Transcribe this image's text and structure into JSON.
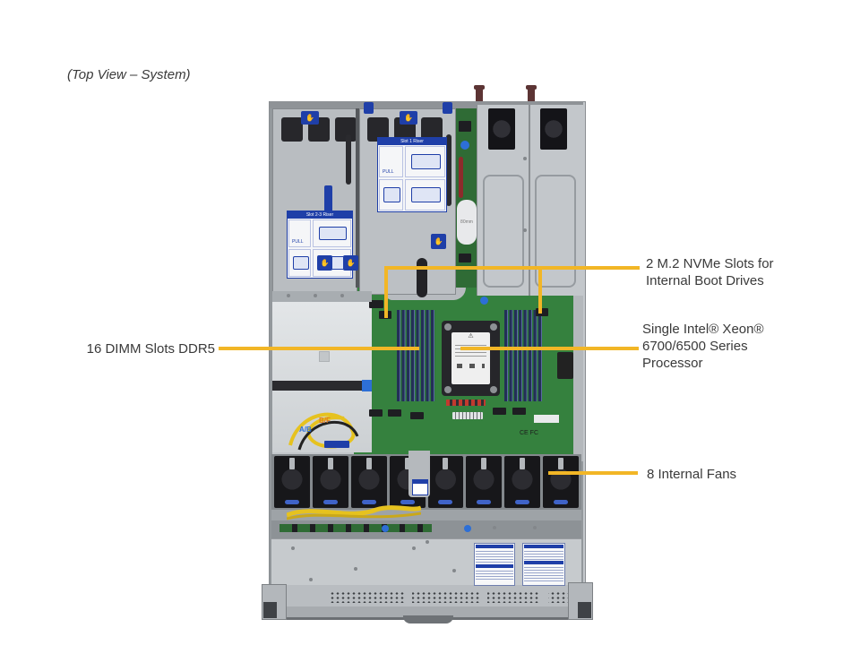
{
  "title": "(Top View – System)",
  "callouts": {
    "m2": {
      "line1": "2 M.2 NVMe Slots for",
      "line2": "Internal Boot Drives"
    },
    "dimm": {
      "text": "16 DIMM Slots DDR5"
    },
    "cpu": {
      "line1": "Single Intel® Xeon®",
      "line2": "6700/6500 Series",
      "line3": "Processor"
    },
    "fans": {
      "text": "8 Internal Fans"
    }
  },
  "server": {
    "riser_label_1": {
      "header": "Slot 1 Riser",
      "pull": "PULL"
    },
    "riser_label_23": {
      "header": "Slot 2-3 Riser",
      "pull": "PULL"
    },
    "pouch_text": "80mm",
    "cert_marks": "CE FC",
    "cable_labels": {
      "a": "A/B",
      "b": "B/F"
    }
  },
  "colors": {
    "callout_line": "#F2B626",
    "pcb_green": "#35813E",
    "label_blue": "#1F3FA8",
    "chassis_gray": "#C3C7CB",
    "fan_black": "#1A1A1E"
  }
}
